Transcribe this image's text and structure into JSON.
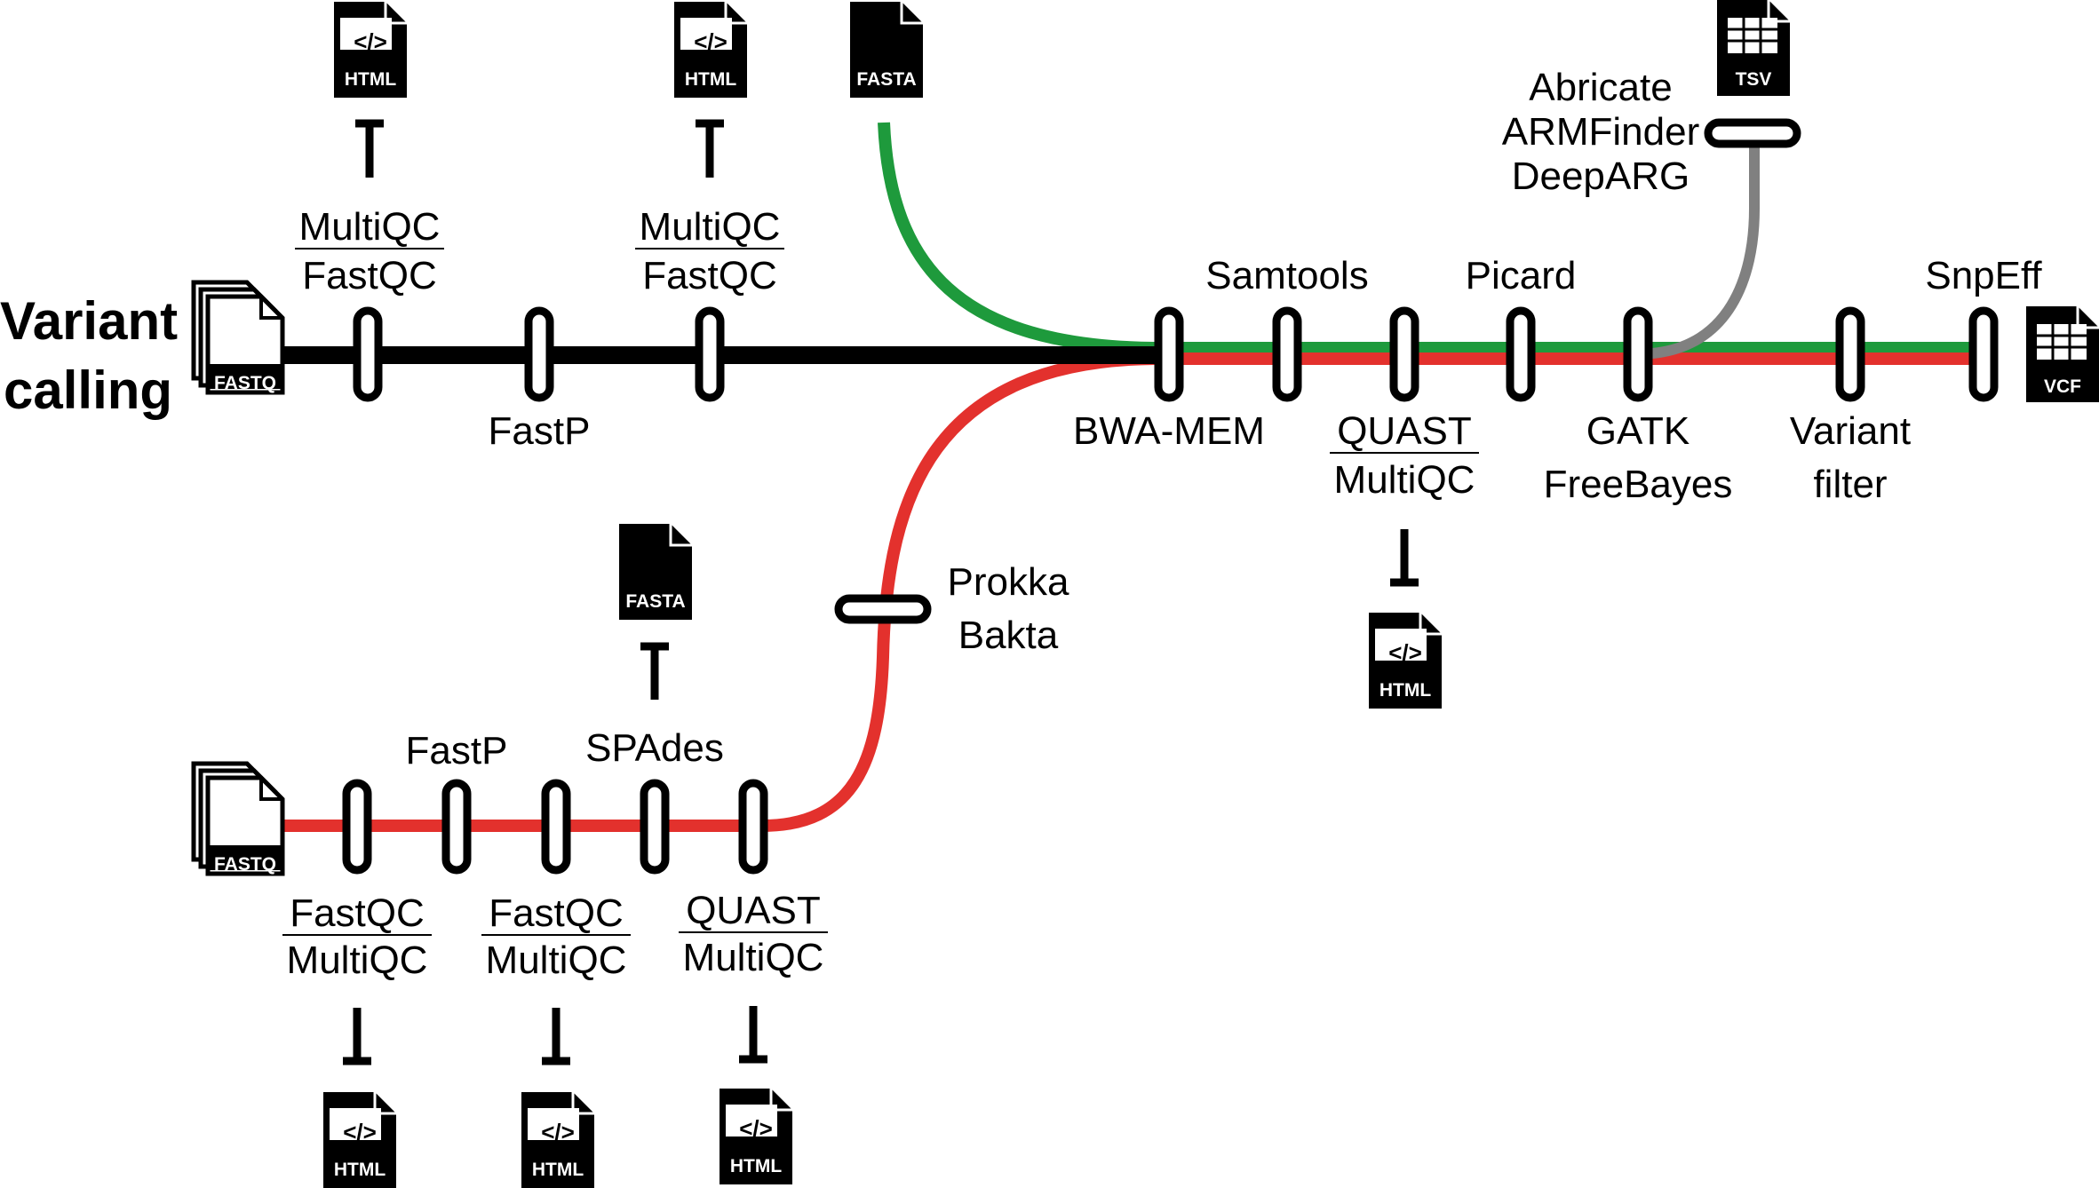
{
  "title": {
    "line1": "Variant",
    "line2": "calling"
  },
  "colors": {
    "main_line": "#000000",
    "reference_line": "#1e9a3c",
    "assembly_line": "#e3312d",
    "resistance_line": "#808080",
    "icon_fill": "#000000"
  },
  "labels": {
    "top_qc1_a": "MultiQC",
    "top_qc1_b": "FastQC",
    "top_fastp": "FastP",
    "top_qc2_a": "MultiQC",
    "top_qc2_b": "FastQC",
    "bwa": "BWA-MEM",
    "samtools": "Samtools",
    "quast_top": "QUAST",
    "multiqc_top": "MultiQC",
    "picard": "Picard",
    "gatk": "GATK",
    "freebayes": "FreeBayes",
    "variant": "Variant",
    "filter": "filter",
    "snpeff": "SnpEff",
    "abricate": "Abricate",
    "armfinder": "ARMFinder",
    "deeparg": "DeepARG",
    "prokka": "Prokka",
    "bakta": "Bakta",
    "spades": "SPAdes",
    "bottom_fastp": "FastP",
    "bottom_qc1_a": "FastQC",
    "bottom_qc1_b": "MultiQC",
    "bottom_qc2_a": "FastQC",
    "bottom_qc2_b": "MultiQC",
    "bottom_quast": "QUAST",
    "bottom_multiqc": "MultiQC"
  },
  "file_types": {
    "fastq": "FASTQ",
    "html": "HTML",
    "fasta": "FASTA",
    "tsv": "TSV",
    "vcf": "VCF",
    "code_glyph": "</>"
  },
  "icons": {
    "fastq": "stacked-documents-icon",
    "html": "code-document-icon",
    "fasta": "document-icon",
    "tsv": "table-document-icon",
    "vcf": "table-document-icon"
  }
}
